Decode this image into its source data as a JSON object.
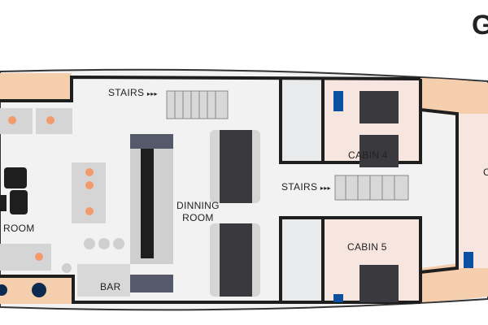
{
  "title_fragment": "G",
  "labels": {
    "stairs_top": "STAIRS",
    "stairs_mid": "STAIRS",
    "arrows": "▸▸▸",
    "cabin4": "CABIN 4",
    "cabin5": "CABIN 5",
    "dining_line1": "DINNING",
    "dining_line2": "ROOM",
    "room": "ROOM",
    "bar": "BAR",
    "cabin_right_fragment": "C"
  },
  "colors": {
    "wall": "#1e1e1e",
    "floor": "#f2f2f2",
    "deck_wood": "#f5cfad",
    "cabin_floor": "#f7e6e0",
    "furniture_dark": "#3a3a3e",
    "cushion_accent": "#f39a6a",
    "pillow_blue": "#0d4fa0"
  }
}
